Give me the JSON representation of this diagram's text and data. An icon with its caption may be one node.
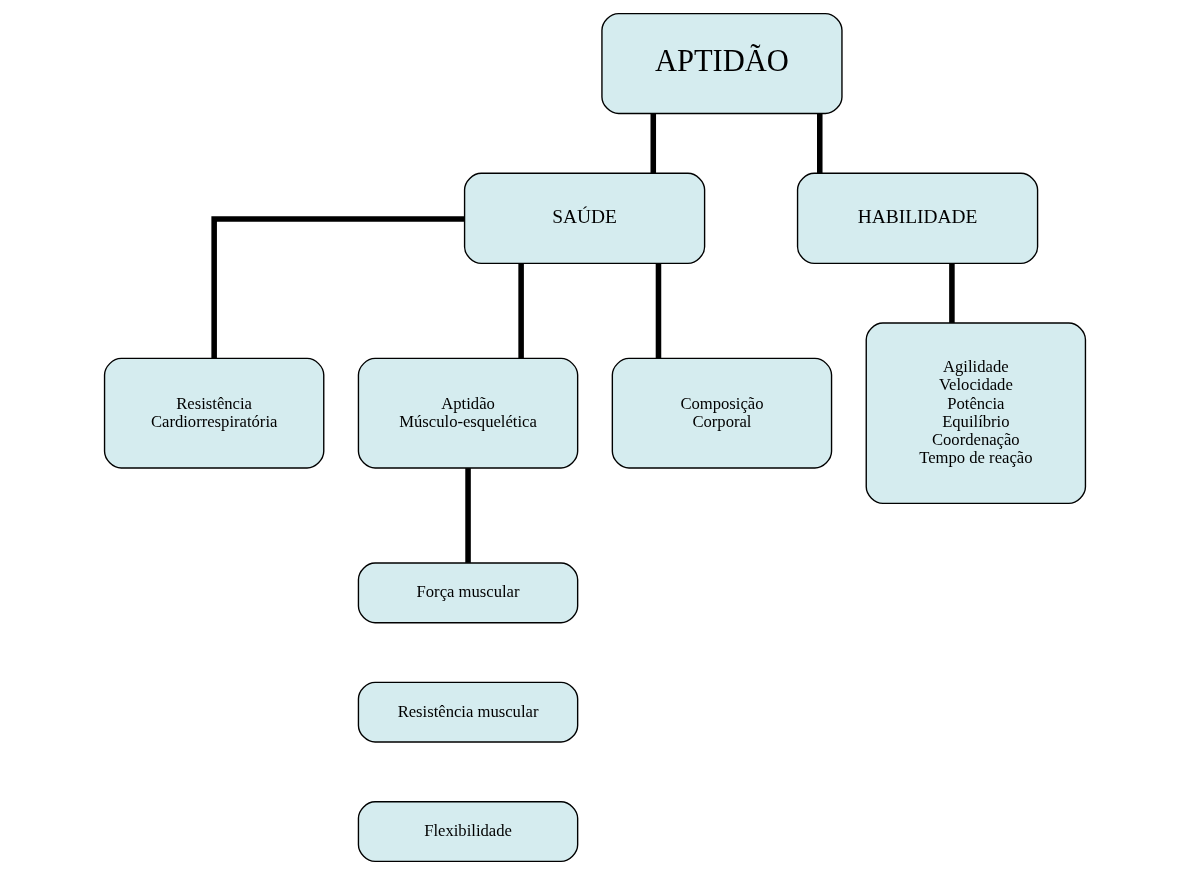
{
  "diagram": {
    "nodes": [
      {
        "text": [
          "APTIDÃO"
        ]
      },
      {
        "text": [
          "SAÚDE"
        ]
      },
      {
        "text": [
          "HABILIDADE"
        ]
      },
      {
        "text": [
          "Resistência Cardiorrespiratória"
        ]
      },
      {
        "text": [
          "Aptidão Músculo-esquelética"
        ]
      },
      {
        "text": [
          "Composição Corporal"
        ]
      },
      {
        "text": [
          "Agilidade",
          "Velocidade",
          "Potência",
          "Equilíbrio",
          "Coordenação",
          "Tempo de reação"
        ]
      },
      {
        "text": [
          "Força muscular"
        ]
      },
      {
        "text": [
          "Resistência muscular"
        ]
      },
      {
        "text": [
          "Flexibilidade"
        ]
      }
    ],
    "edges": [
      {
        "from": 0,
        "to": 1,
        "arrow": "none"
      },
      {
        "from": 0,
        "to": 2,
        "arrow": "none"
      },
      {
        "from": 1,
        "to": 3,
        "arrow": "none"
      },
      {
        "from": 1,
        "to": 4,
        "arrow": "none"
      },
      {
        "from": 1,
        "to": 5,
        "arrow": "none"
      },
      {
        "from": 2,
        "to": 6,
        "arrow": "none"
      },
      {
        "from": 4,
        "to": 7,
        "arrow": "none"
      }
    ]
  }
}
